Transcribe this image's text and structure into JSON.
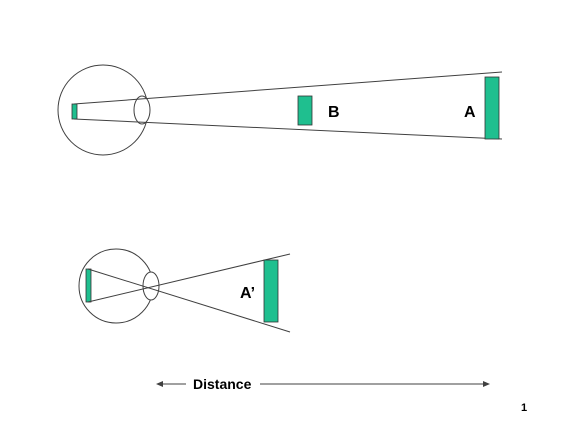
{
  "labels": {
    "b": "B",
    "a": "A",
    "a_prime": "A’",
    "distance": "Distance",
    "page_number": "1"
  },
  "colors": {
    "object_fill": "#1fbf8f",
    "line": "#404040"
  }
}
